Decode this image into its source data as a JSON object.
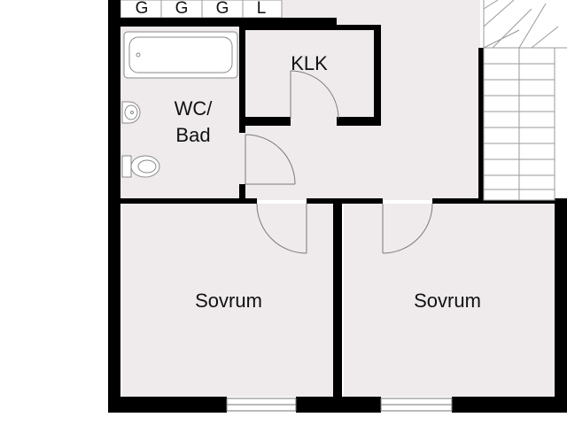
{
  "colors": {
    "wall": "#000000",
    "floor": "#efebec",
    "background": "#ffffff",
    "fixture_line": "#8a8a8a",
    "door_arc": "#7a7a7a"
  },
  "storage_units": [
    {
      "label": "G"
    },
    {
      "label": "G"
    },
    {
      "label": "G"
    },
    {
      "label": "L"
    }
  ],
  "rooms": {
    "bath": {
      "line1": "WC/",
      "line2": "Bad"
    },
    "closet": {
      "label": "KLK"
    },
    "bedroom_left": {
      "label": "Sovrum"
    },
    "bedroom_right": {
      "label": "Sovrum"
    }
  },
  "fixtures": {
    "bathtub": "bathtub-icon",
    "sink": "sink-icon",
    "toilet": "toilet-icon",
    "stairs": "staircase-icon"
  }
}
